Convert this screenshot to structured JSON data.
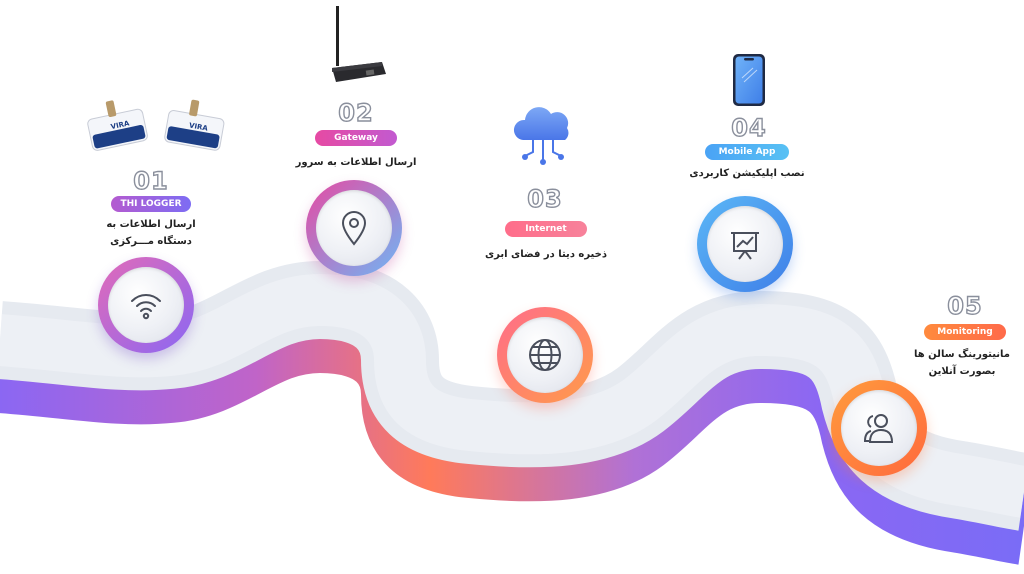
{
  "steps": [
    {
      "number": "01",
      "tag": "THI LOGGER",
      "desc_lines": [
        "ارسال اطلاعات به",
        "دستگاه مـــرکزی"
      ]
    },
    {
      "number": "02",
      "tag": "Gateway",
      "desc_lines": [
        "ارسال اطلاعات به سرور"
      ]
    },
    {
      "number": "03",
      "tag": "Internet",
      "desc_lines": [
        "ذخیره دیتا در فضای ابری"
      ]
    },
    {
      "number": "04",
      "tag": "Mobile App",
      "desc_lines": [
        "نصب اپلیکیشن کاربردی"
      ]
    },
    {
      "number": "05",
      "tag": "Monitoring",
      "desc_lines": [
        "مانیتورینگ سالن ها",
        "بصورت آنلاین"
      ]
    }
  ],
  "colors": {
    "tag1": "#8e6cf0",
    "tag2": "#e64aa3",
    "tag3": "#ff6d8a",
    "tag4": "#4aa3f5",
    "tag5": "#ff8a3d",
    "road_top": "#e6eaf0",
    "road_side_purple": "#8b67f3",
    "road_side_orange": "#ff7a5a"
  },
  "icons": {
    "step1_badge": "wifi-icon",
    "step2_badge": "location-pin-icon",
    "step3_badge": "globe-icon",
    "step4_badge": "presentation-chart-icon",
    "step5_badge": "users-icon",
    "step1_device": "logger-device-icon",
    "step2_device": "router-icon",
    "step3_device": "cloud-icon",
    "step4_device": "smartphone-icon"
  }
}
